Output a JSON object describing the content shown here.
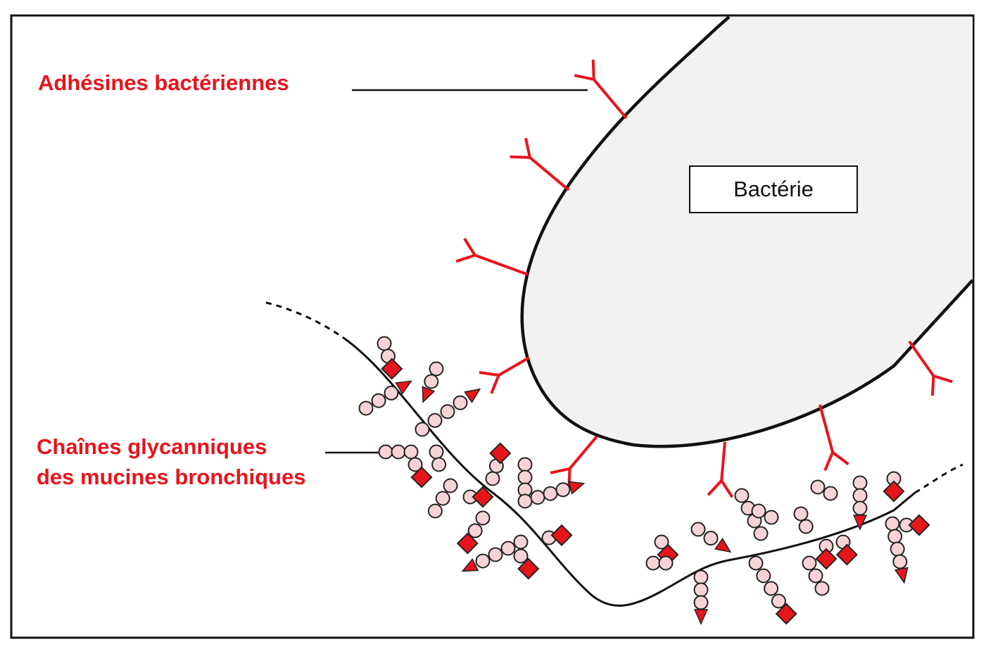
{
  "labels": {
    "adhesines": "Adhésines bactériennes",
    "chaines_line1": "Chaînes glycanniques",
    "chaines_line2": "des mucines bronchiques",
    "bacterie": "Bactérie"
  },
  "colors": {
    "red": "#e8141b",
    "bead": "#f7d3d7",
    "cell": "#f2f2f2",
    "stroke": "#111111"
  },
  "icons": {
    "adhesin": "y-shaped-receptor",
    "bead": "circle",
    "terminal_sugar": "red-diamond",
    "terminal_arrow": "red-triangle"
  }
}
